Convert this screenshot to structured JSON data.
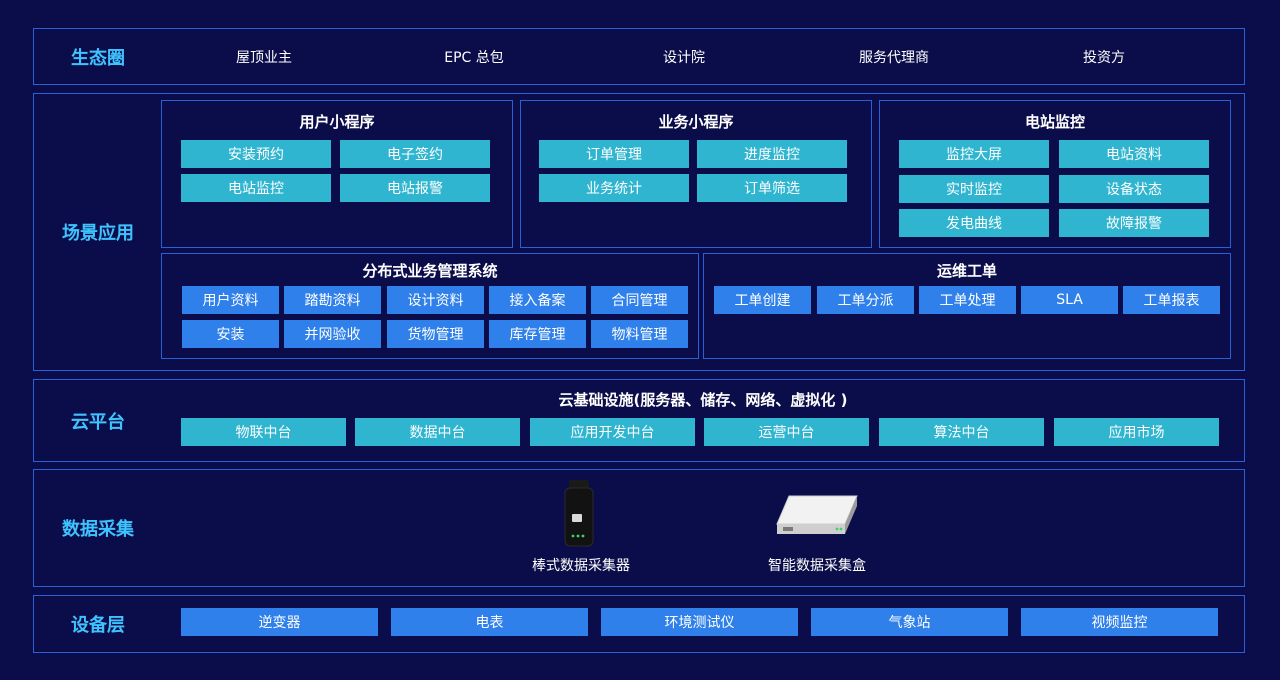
{
  "ecosystem": {
    "label": "生态圈",
    "items": [
      "屋顶业主",
      "EPC 总包",
      "设计院",
      "服务代理商",
      "投资方"
    ]
  },
  "scenario": {
    "label": "场景应用",
    "user_app": {
      "title": "用户小程序",
      "items": [
        "安装预约",
        "电子签约",
        "电站监控",
        "电站报警"
      ]
    },
    "biz_app": {
      "title": "业务小程序",
      "items": [
        "订单管理",
        "进度监控",
        "业务统计",
        "订单筛选"
      ]
    },
    "station": {
      "title": "电站监控",
      "items": [
        "监控大屏",
        "电站资料",
        "实时监控",
        "设备状态",
        "发电曲线",
        "故障报警"
      ]
    },
    "dbms": {
      "title": "分布式业务管理系统",
      "items": [
        "用户资料",
        "踏勘资料",
        "设计资料",
        "接入备案",
        "合同管理",
        "安装",
        "并网验收",
        "货物管理",
        "库存管理",
        "物料管理"
      ]
    },
    "ops": {
      "title": "运维工单",
      "items": [
        "工单创建",
        "工单分派",
        "工单处理",
        "SLA",
        "工单报表"
      ]
    }
  },
  "cloud": {
    "label": "云平台",
    "title": "云基础设施(服务器、储存、网络、虚拟化 )",
    "items": [
      "物联中台",
      "数据中台",
      "应用开发中台",
      "运营中台",
      "算法中台",
      "应用市场"
    ]
  },
  "collection": {
    "label": "数据采集",
    "devices": [
      "棒式数据采集器",
      "智能数据采集盒"
    ]
  },
  "device_layer": {
    "label": "设备层",
    "items": [
      "逆变器",
      "电表",
      "环境测试仪",
      "气象站",
      "视频监控"
    ]
  },
  "colors": {
    "background": "#0b0d4a",
    "border": "#2a5fd6",
    "label": "#3fc3ff",
    "cyan_tile": "#2fb5d0",
    "blue_tile": "#2f80ea"
  }
}
